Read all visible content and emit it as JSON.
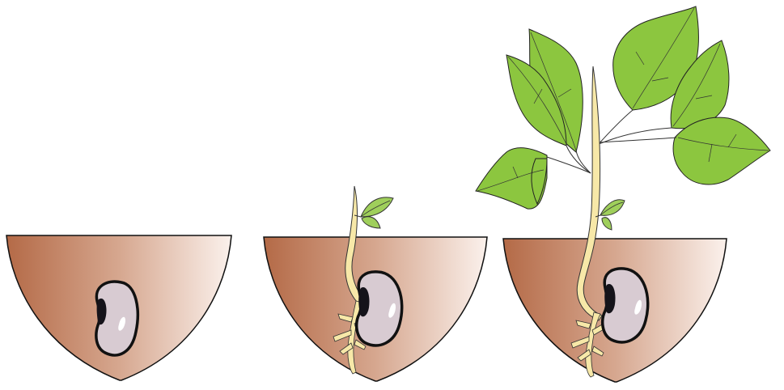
{
  "diagram": {
    "type": "illustration",
    "stages": [
      {
        "id": "seed",
        "parts": [
          "soil",
          "seed"
        ]
      },
      {
        "id": "seedling",
        "parts": [
          "soil",
          "seed",
          "root",
          "shoot",
          "small-leaves"
        ]
      },
      {
        "id": "young-plant",
        "parts": [
          "soil",
          "seed",
          "root",
          "stem",
          "small-leaves",
          "large-leaves"
        ]
      }
    ],
    "colors": {
      "soil_dark": "#b46a47",
      "soil_light": "#fbf1ec",
      "seed_fill": "#d8cbd2",
      "seed_dark": "#2a2630",
      "leaf": "#8cc63f",
      "small_leaf": "#9fcf5b",
      "stem": "#f7e8a8",
      "outline": "#111111"
    }
  }
}
